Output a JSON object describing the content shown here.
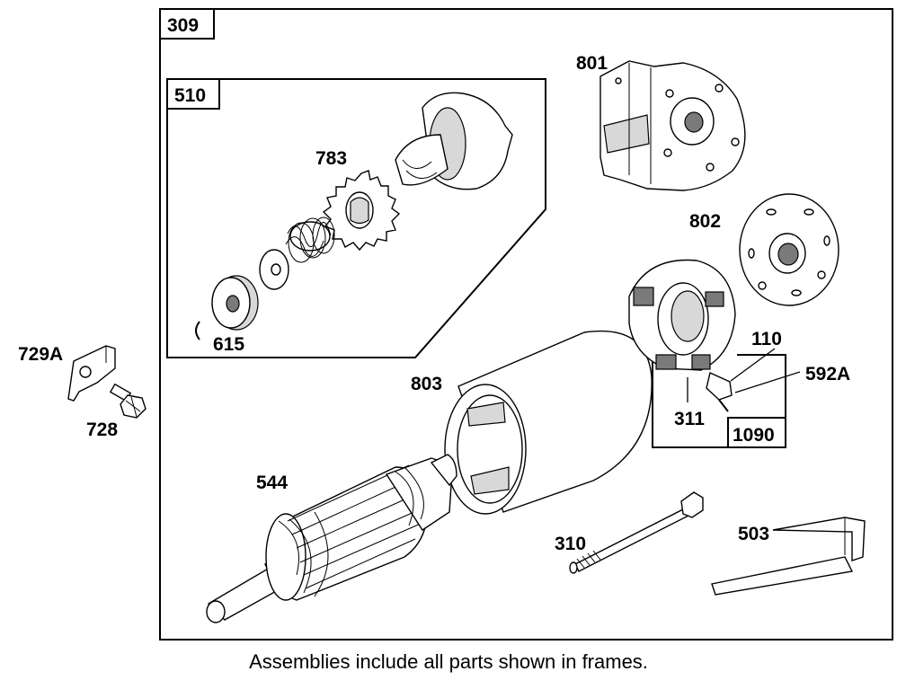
{
  "frames": {
    "outer": "309",
    "drive": "510",
    "brush": "1090"
  },
  "parts": {
    "p801": "801",
    "p802": "802",
    "p783": "783",
    "p615": "615",
    "p729a": "729A",
    "p728": "728",
    "p803": "803",
    "p110": "110",
    "p592a": "592A",
    "p311": "311",
    "p544": "544",
    "p310": "310",
    "p503": "503"
  },
  "caption": "Assemblies include all parts shown in frames."
}
